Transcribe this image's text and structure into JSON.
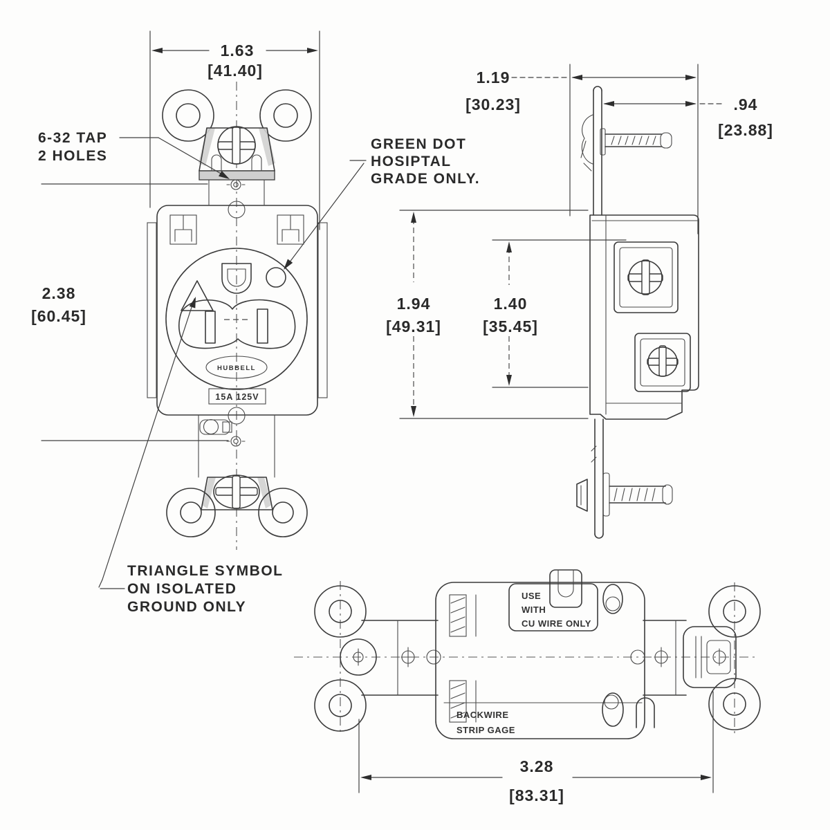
{
  "drawing": {
    "dimensions": {
      "front_width": {
        "inches": "1.63",
        "mm": "[41.40]"
      },
      "front_height": {
        "inches": "2.38",
        "mm": "[60.45]"
      },
      "side_depth_overall": {
        "inches": "1.19",
        "mm": "[30.23]"
      },
      "side_depth_body": {
        "inches": ".94",
        "mm": "[23.88]"
      },
      "side_height_body": {
        "inches": "1.94",
        "mm": "[49.31]"
      },
      "side_height_face": {
        "inches": "1.40",
        "mm": "[35.45]"
      },
      "overall_length": {
        "inches": "3.28",
        "mm": "[83.31]"
      }
    },
    "notes": {
      "tap": {
        "line1": "6-32 TAP",
        "line2": "2 HOLES"
      },
      "green_dot": {
        "line1": "GREEN DOT",
        "line2": "HOSIPTAL",
        "line3": "GRADE ONLY."
      },
      "triangle": {
        "line1": "TRIANGLE SYMBOL",
        "line2": "ON ISOLATED",
        "line3": "GROUND ONLY"
      }
    },
    "markings": {
      "brand": "HUBBELL",
      "rating": "15A 125V",
      "use_with": {
        "line1": "USE",
        "line2": "WITH",
        "line3": "CU WIRE ONLY"
      },
      "backwire": {
        "line1": "BACKWIRE",
        "line2": "STRIP GAGE"
      }
    },
    "colors": {
      "ink": "#3a3a3a",
      "paper": "#fdfdfc"
    }
  }
}
